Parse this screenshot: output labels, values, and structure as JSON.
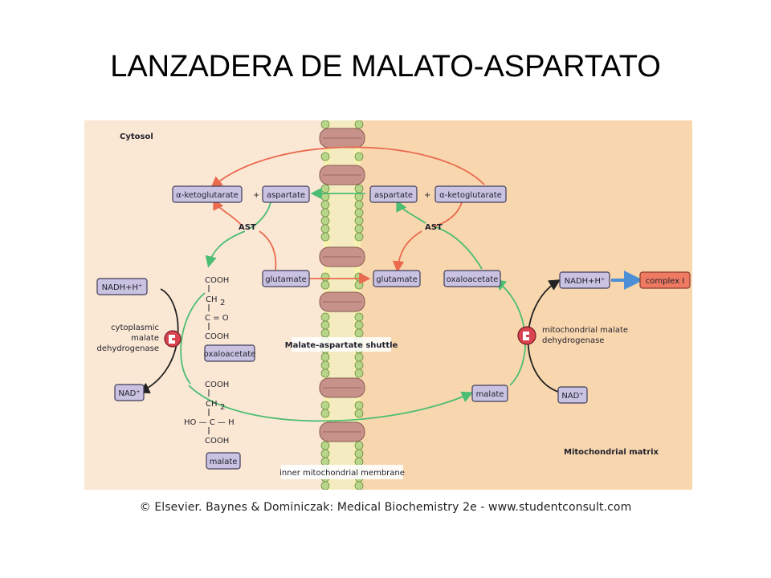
{
  "slide": {
    "title": "LANZADERA DE MALATO-ASPARTATO",
    "credit": "© Elsevier. Baynes & Dominiczak: Medical Biochemistry 2e - www.studentconsult.com"
  },
  "diagram": {
    "colors": {
      "cytosol_bg": "#fbe8d4",
      "matrix_bg": "#f9d7ae",
      "membrane_band": "#f8f2b0",
      "lipid_head": "#b8d68a",
      "transporter": "#c7928a",
      "box_fill": "#c9c2e1",
      "complex_fill": "#ee7a62",
      "arrow_red": "#e96a4f",
      "arrow_green": "#4cbd72",
      "arrow_black": "#222222",
      "arrow_blue": "#4d8fd6"
    },
    "regions": {
      "cytosol": "Cytosol",
      "matrix": "Mitochondrial matrix",
      "membrane": "inner mitochondrial membrane",
      "shuttle": "Malate-aspartate shuttle"
    },
    "cytosol": {
      "akg": "α-ketoglutarate",
      "plus": "+",
      "aspartate": "aspartate",
      "ast": "AST",
      "glutamate": "glutamate",
      "nadh": "NADH+H⁺",
      "nad": "NAD⁺",
      "enzyme": [
        "cytoplasmic",
        "malate",
        "dehydrogenase"
      ],
      "oxaloacetate": "oxaloacetate",
      "malate": "malate",
      "oxaloacetate_formula": [
        "COOH",
        "CH",
        "C = O",
        "COOH"
      ],
      "malate_formula": [
        "COOH",
        "CH",
        "HO — C — H",
        "COOH"
      ],
      "subscript_2": "2"
    },
    "matrix": {
      "aspartate": "aspartate",
      "plus": "+",
      "akg": "α-ketoglutarate",
      "ast": "AST",
      "glutamate": "glutamate",
      "oxaloacetate": "oxaloacetate",
      "nadh": "NADH+H⁺",
      "complex": "complex I",
      "enzyme": [
        "mitochondrial malate",
        "dehydrogenase"
      ],
      "malate": "malate",
      "nad": "NAD⁺"
    }
  }
}
